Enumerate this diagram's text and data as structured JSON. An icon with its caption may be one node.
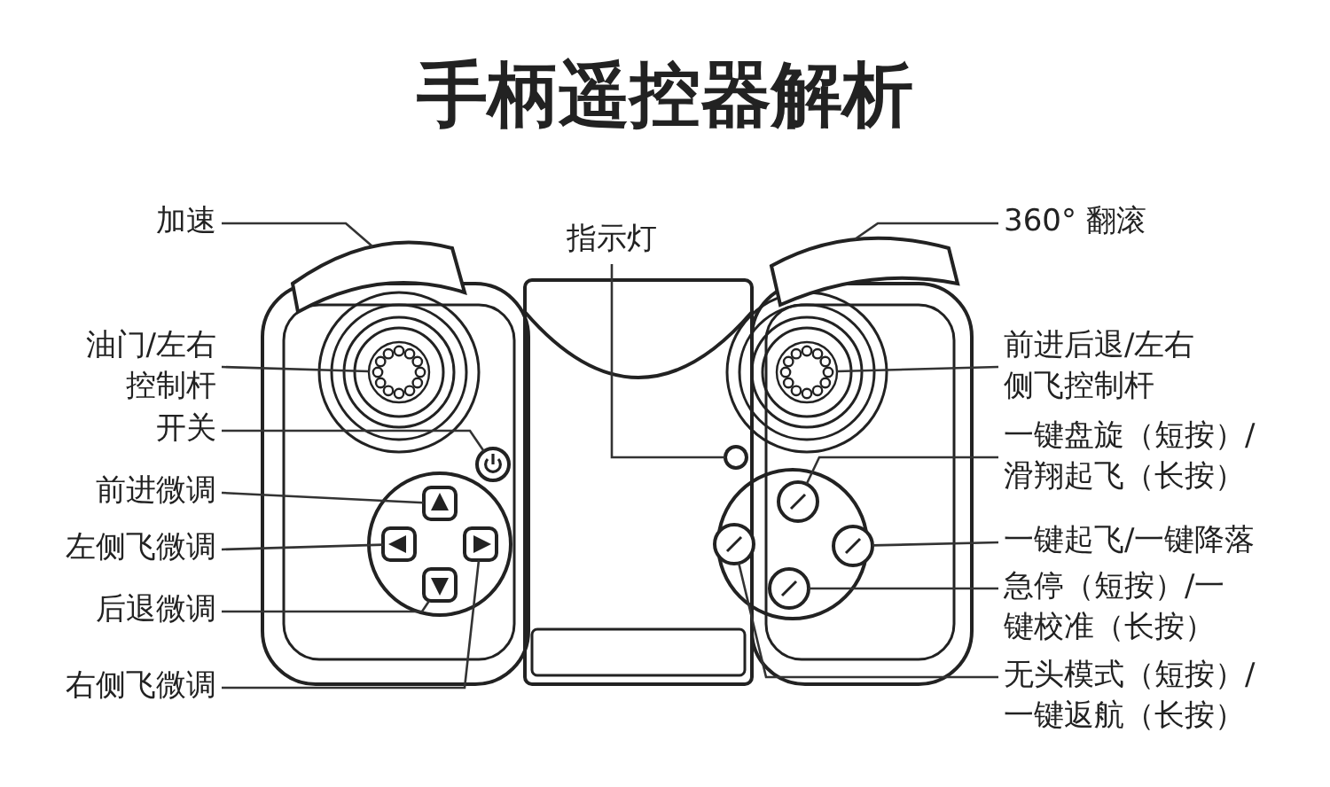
{
  "diagram": {
    "title": "手柄遥控器解析",
    "nodes": [
      {
        "text": [
          "加速"
        ]
      },
      {
        "text": [
          "指示灯"
        ]
      },
      {
        "text": [
          "360° 翻滚"
        ]
      },
      {
        "text": [
          "油门/左右控制杆"
        ]
      },
      {
        "text": [
          "前进后退/左右侧飞控制杆"
        ]
      },
      {
        "text": [
          "开关"
        ]
      },
      {
        "text": [
          "一键盘旋（短按）/滑翔起飞（长按）"
        ]
      },
      {
        "text": [
          "前进微调"
        ]
      },
      {
        "text": [
          "一键起飞/一键降落"
        ]
      },
      {
        "text": [
          "左侧飞微调"
        ]
      },
      {
        "text": [
          "急停（短按）/一键校准（长按）"
        ]
      },
      {
        "text": [
          "后退微调"
        ]
      },
      {
        "text": [
          "右侧飞微调"
        ]
      },
      {
        "text": [
          "无头模式（短按）/一键返航（长按）"
        ]
      },
      {
        "text": [],
        "shape": "bar"
      },
      {
        "text": [],
        "shape": "circle"
      },
      {
        "text": [],
        "shape": "bar"
      },
      {
        "text": [],
        "shape": "circle"
      },
      {
        "text": [],
        "shape": "circle"
      },
      {
        "text": [],
        "shape": "circle"
      },
      {
        "text": [],
        "shape": "circle"
      },
      {
        "text": [],
        "shape": "box"
      },
      {
        "text": [],
        "shape": "circle"
      },
      {
        "text": [],
        "shape": "box"
      },
      {
        "text": [],
        "shape": "circle"
      },
      {
        "text": [],
        "shape": "box"
      },
      {
        "text": [],
        "shape": "box"
      },
      {
        "text": [],
        "shape": "circle"
      }
    ],
    "edges": [
      {
        "from": 0,
        "to": 14,
        "arrow": "none"
      },
      {
        "from": 1,
        "to": 15,
        "arrow": "none"
      },
      {
        "from": 2,
        "to": 16,
        "arrow": "none"
      },
      {
        "from": 3,
        "to": 17,
        "arrow": "none"
      },
      {
        "from": 4,
        "to": 18,
        "arrow": "none"
      },
      {
        "from": 5,
        "to": 19,
        "arrow": "none"
      },
      {
        "from": 6,
        "to": 20,
        "arrow": "none"
      },
      {
        "from": 7,
        "to": 21,
        "arrow": "none"
      },
      {
        "from": 8,
        "to": 22,
        "arrow": "none"
      },
      {
        "from": 9,
        "to": 23,
        "arrow": "none"
      },
      {
        "from": 10,
        "to": 24,
        "arrow": "none"
      },
      {
        "from": 11,
        "to": 25,
        "arrow": "none"
      },
      {
        "from": 12,
        "to": 26,
        "arrow": "none"
      },
      {
        "from": 13,
        "to": 27,
        "arrow": "none"
      }
    ]
  }
}
